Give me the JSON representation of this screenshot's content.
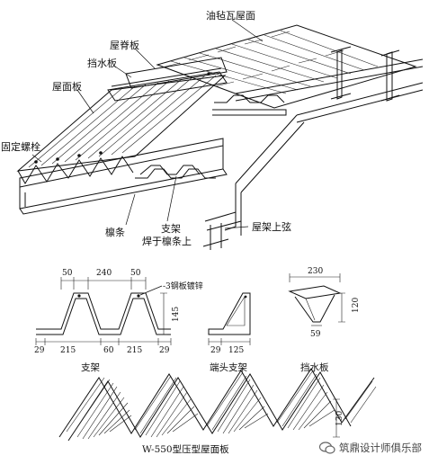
{
  "labels": {
    "felt_tile_roof": "油毡瓦屋面",
    "ridge_board": "屋脊板",
    "flashing_board": "挡水板",
    "roof_panel": "屋面板",
    "fixing_bolt": "固定螺栓",
    "purlin": "檩条",
    "bracket": "支架",
    "welded_on_purlin": "焊于檩条上",
    "truss_top_chord": "屋架上弦"
  },
  "details": {
    "bracket": {
      "caption": "支架",
      "dims": {
        "top_left": "50",
        "top_mid": "240",
        "top_right": "50",
        "height": "145",
        "bot_left": "29",
        "bot_1": "215",
        "bot_mid": "60",
        "bot_2": "215",
        "bot_right": "29"
      },
      "note": "-3钢板镀锌"
    },
    "end_bracket": {
      "caption": "端头支架",
      "dims": {
        "left": "29",
        "width": "125"
      }
    },
    "flashing": {
      "caption": "挡水板",
      "dims": {
        "top": "230",
        "height": "120",
        "bottom": "59"
      }
    },
    "panel": {
      "caption": "W-550型压型屋面板",
      "dims": {
        "height": "130"
      }
    }
  },
  "watermark": "筑鼎设计师俱乐部"
}
